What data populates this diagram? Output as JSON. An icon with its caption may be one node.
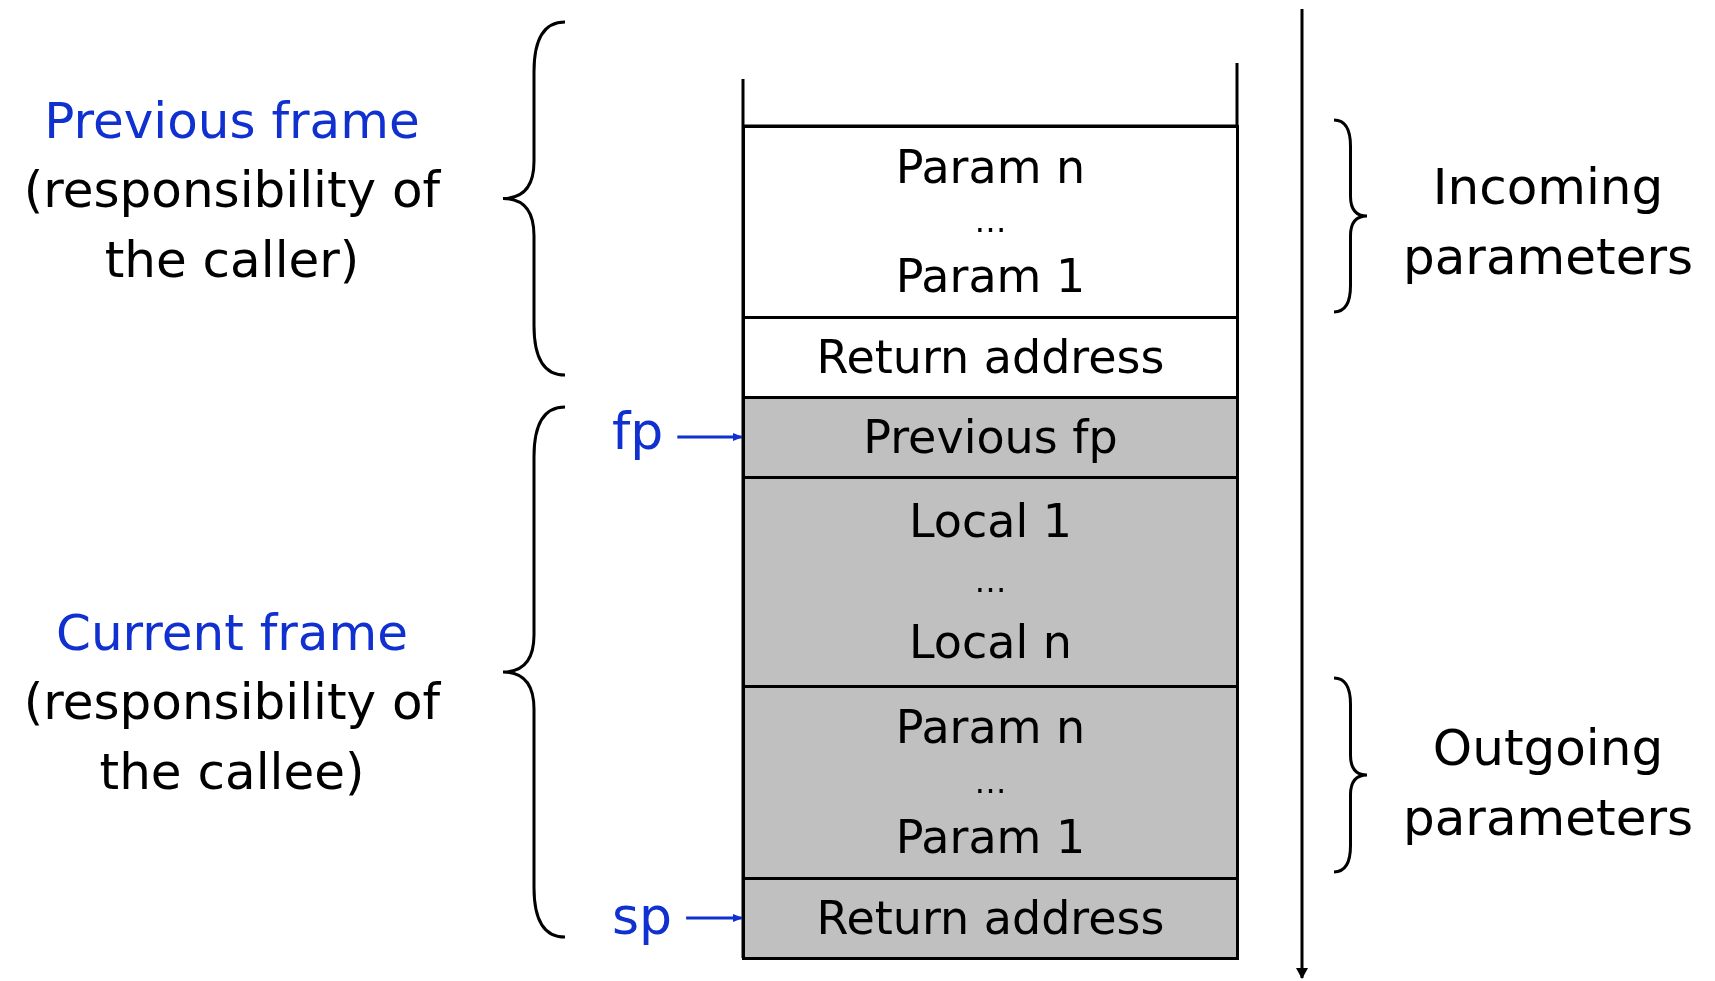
{
  "diagram": {
    "nodes": [
      {
        "text": [
          "Param n",
          "…",
          "Param 1"
        ]
      },
      {
        "text": [
          "Return address"
        ]
      },
      {
        "text": [
          "Previous fp"
        ]
      },
      {
        "text": [
          "Local 1",
          "…",
          "Local n"
        ]
      },
      {
        "text": [
          "Param n",
          "…",
          "Param 1"
        ]
      },
      {
        "text": [
          "Return address"
        ]
      },
      {
        "text": [
          "fp"
        ]
      },
      {
        "text": [
          "sp"
        ]
      }
    ],
    "edges": [
      {
        "from": 6,
        "to": 2,
        "arrow": "to"
      },
      {
        "from": 7,
        "to": 5,
        "arrow": "to"
      }
    ],
    "labels": [
      "Previous frame",
      "(responsibility of the caller)",
      "Incoming parameters",
      "Current frame",
      "(responsibility of the callee)",
      "Outgoing parameters"
    ]
  }
}
